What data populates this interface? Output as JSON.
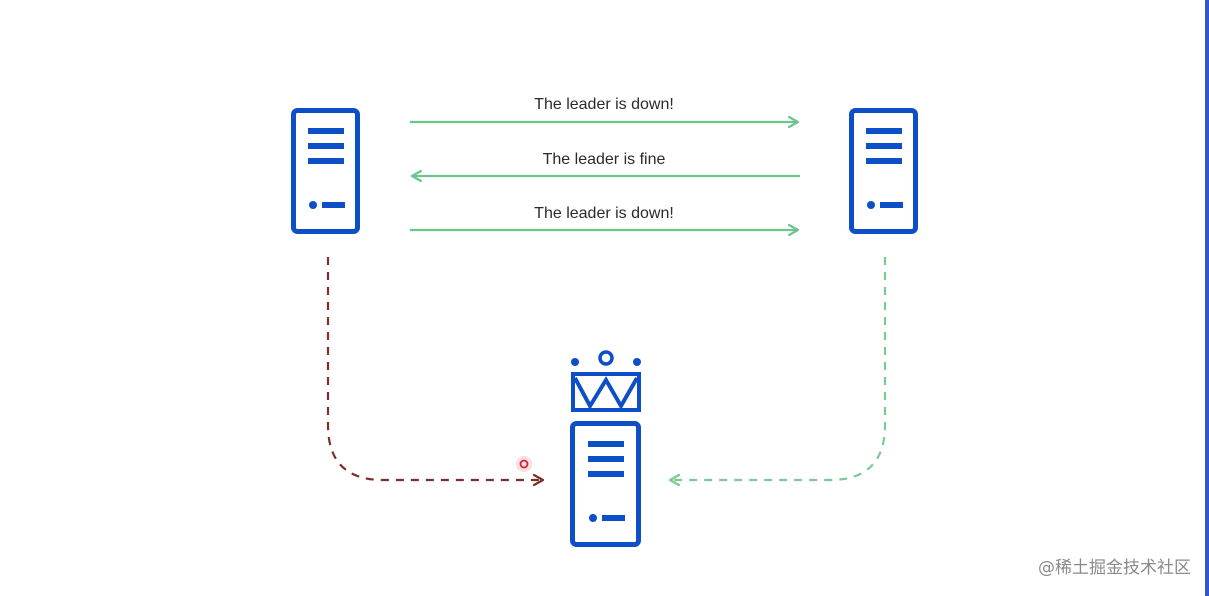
{
  "messages": [
    {
      "text": "The leader is down!"
    },
    {
      "text": "The leader is fine"
    },
    {
      "text": "The leader is down!"
    }
  ],
  "watermark": "@稀土掘金技术社区",
  "colors": {
    "server": "#0d4fc7",
    "message_arrow": "#6cc58a",
    "left_dashed_arrow": "#7b2e2a",
    "right_dashed_arrow": "#7ccb95",
    "cursor": "#e24b58"
  },
  "icons": {
    "left_server": "server-icon",
    "right_server": "server-icon",
    "leader_server": "server-icon",
    "crown": "crown-icon",
    "cursor": "cursor-icon"
  }
}
